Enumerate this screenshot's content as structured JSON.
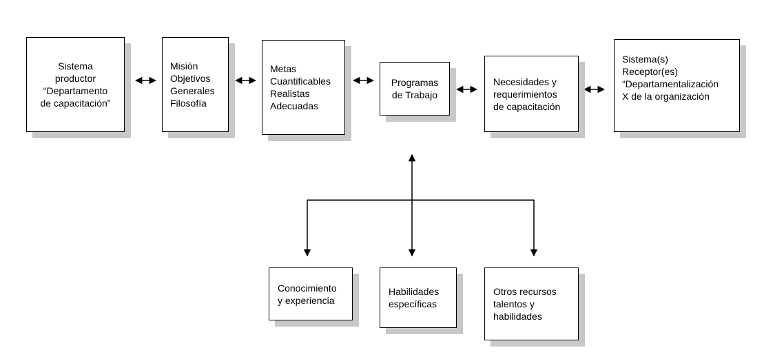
{
  "diagram": {
    "boxes": {
      "sistema_productor": "Sistema\nproductor\n“Departamento\nde capacitación”",
      "mision": "Misión\nObjetivos\nGenerales\nFilosofía",
      "metas": "Metas\nCuantificables\nRealistas\nAdecuadas",
      "programas": "Programas\nde Trabajo",
      "necesidades": "Necesidades y\nrequerimientos\nde capacitación",
      "sistema_receptor": "Sistema(s)\nReceptor(es)\n“Departamentalización\nX de la organización",
      "conocimiento": "Conocimiento\ny experiencia",
      "habilidades": "Habilidades\nespecíficas",
      "otros_recursos": "Otros recursos\ntalentos y\nhabilidades"
    },
    "colors": {
      "border": "#000000",
      "shadow": "#c8c8c8",
      "background": "#ffffff"
    }
  }
}
